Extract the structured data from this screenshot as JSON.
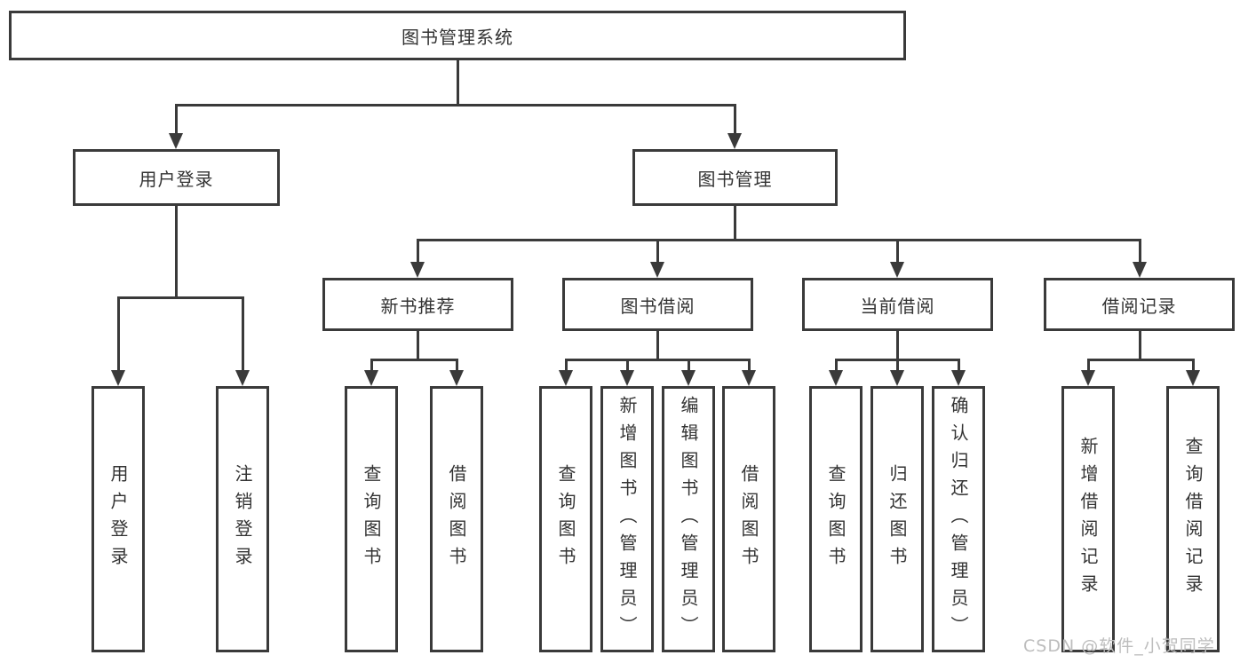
{
  "nodes": {
    "root": "图书管理系统",
    "user_login": "用户登录",
    "book_mgmt": "图书管理",
    "new_book": "新书推荐",
    "book_borrow": "图书借阅",
    "current_borrow": "当前借阅",
    "borrow_records": "借阅记录"
  },
  "leaves": {
    "user_login": [
      "用户登录",
      "注销登录"
    ],
    "new_book": [
      "查询图书",
      "借阅图书"
    ],
    "book_borrow": [
      "查询图书",
      "新增图书（管理员）",
      "编辑图书（管理员）",
      "借阅图书"
    ],
    "current_borrow": [
      "查询图书",
      "归还图书",
      "确认归还（管理员）"
    ],
    "borrow_records": [
      "新增借阅记录",
      "查询借阅记录"
    ]
  },
  "watermark": "CSDN @软件_小贺同学",
  "colors": {
    "line": "#3a3a3a",
    "text": "#333333",
    "watermark": "#bdbdbd",
    "background": "#ffffff"
  }
}
